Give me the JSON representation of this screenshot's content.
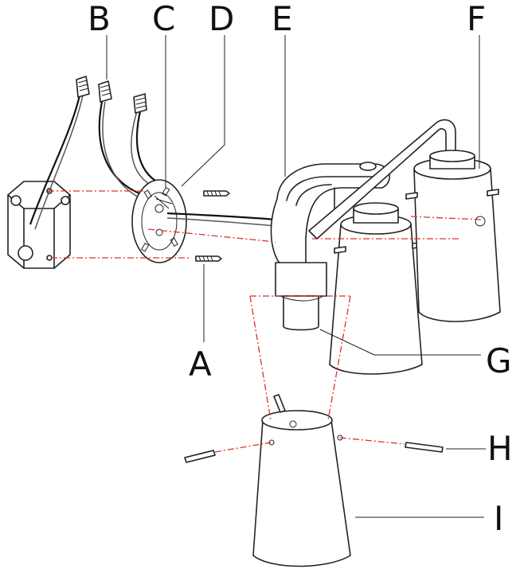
{
  "labels": {
    "A": "A",
    "B": "B",
    "C": "C",
    "D": "D",
    "E": "E",
    "F": "F",
    "G": "G",
    "H": "H",
    "I": "I"
  },
  "colors": {
    "line": "#222222",
    "guide": "#e03030",
    "background": "#ffffff"
  }
}
